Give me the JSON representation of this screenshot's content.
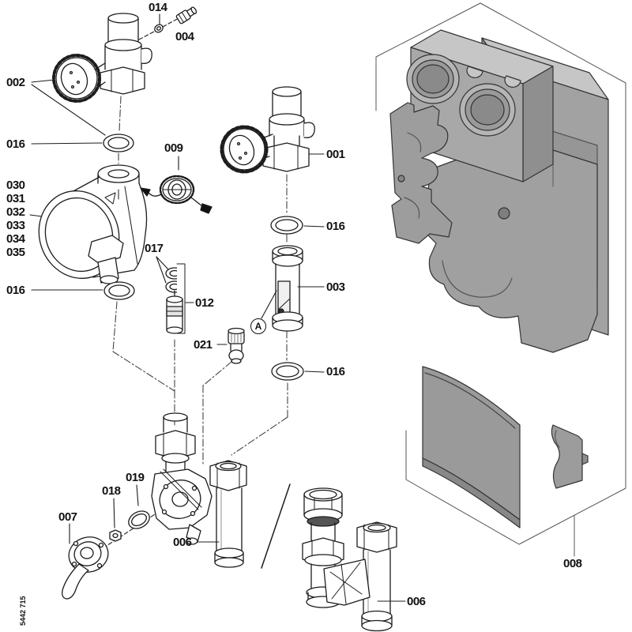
{
  "diagram": {
    "drawing_code": "5442 715",
    "detail_marker": "A",
    "callouts": {
      "c014": "014",
      "c004": "004",
      "c002": "002",
      "c016_top": "016",
      "c030": "030",
      "c031": "031",
      "c032": "032",
      "c033": "033",
      "c034": "034",
      "c035": "035",
      "c016_pump": "016",
      "c009": "009",
      "c017": "017",
      "c012": "012",
      "c021": "021",
      "c001": "001",
      "c016_right_upper": "016",
      "c003": "003",
      "c016_right_lower": "016",
      "c019": "019",
      "c018": "018",
      "c007": "007",
      "c006_left": "006",
      "c006_bottom": "006",
      "c008": "008"
    },
    "colors": {
      "background": "#ffffff",
      "line": "#1c1c1c",
      "insulation_fill": "#9d9d9d",
      "insulation_light": "#c6c6c6",
      "insulation_dark": "#858585"
    }
  }
}
